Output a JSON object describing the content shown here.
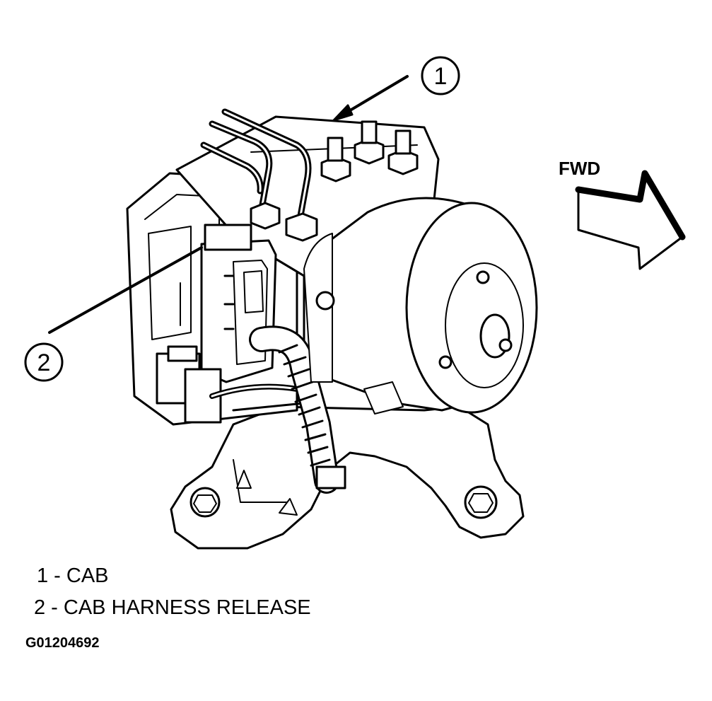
{
  "callouts": [
    {
      "number": "1",
      "label": "CAB"
    },
    {
      "number": "2",
      "label": "CAB HARNESS RELEASE"
    }
  ],
  "direction_label": "FWD",
  "legend": [
    "1 - CAB",
    "2 - CAB HARNESS RELEASE"
  ],
  "figure_id": "G01204692"
}
